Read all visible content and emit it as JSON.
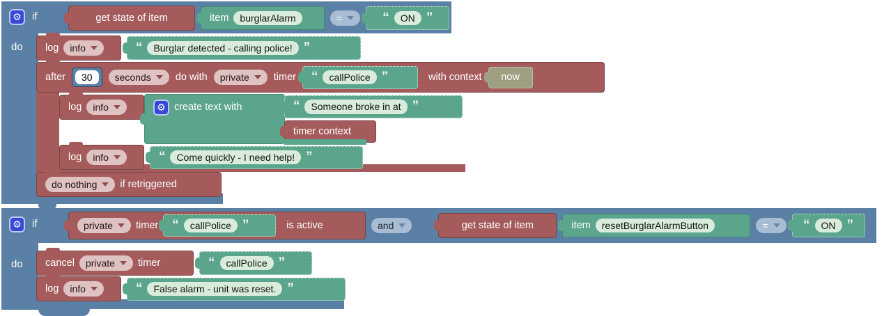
{
  "icons": {
    "gear": "⚙"
  },
  "quotes": {
    "open": "“",
    "close": "”"
  },
  "colors": {
    "logic_blue": "#5b80a5",
    "action_red": "#a55b5b",
    "text_green": "#5ba58c",
    "datetime_tan": "#9f9f82",
    "field_bg": "#d9ecdb"
  },
  "rule1": {
    "if_label": "if",
    "do_label": "do",
    "condition": {
      "get_state": "get state of item",
      "item_label": "item",
      "item_name": "burglarAlarm",
      "operator": "=",
      "value": "ON"
    },
    "log_burglar": {
      "log": "log",
      "level": "info",
      "message": "Burglar detected - calling police!"
    },
    "after_timer": {
      "after": "after",
      "delay": "30",
      "unit": "seconds",
      "do_with": "do with",
      "scope": "private",
      "timer": "timer",
      "timer_name": "callPolice",
      "with_context": "with context",
      "context": "now"
    },
    "log_someone": {
      "log": "log",
      "level": "info",
      "create_text": "create text with",
      "text_part": "Someone broke in at",
      "context_part": "timer context"
    },
    "log_help": {
      "log": "log",
      "level": "info",
      "message": "Come quickly - I need help!"
    },
    "retrigger": {
      "policy": "do nothing",
      "suffix": "if retriggered"
    }
  },
  "rule2": {
    "if_label": "if",
    "do_label": "do",
    "timer_active": {
      "scope": "private",
      "timer": "timer",
      "timer_name": "callPolice",
      "suffix": "is active"
    },
    "logic_operator": "and",
    "condition": {
      "get_state": "get state of item",
      "item_label": "item",
      "item_name": "resetBurglarAlarmButton",
      "operator": "=",
      "value": "ON"
    },
    "cancel_timer": {
      "cancel": "cancel",
      "scope": "private",
      "timer": "timer",
      "timer_name": "callPolice"
    },
    "log_false_alarm": {
      "log": "log",
      "level": "info",
      "message": "False alarm - unit was reset."
    }
  }
}
